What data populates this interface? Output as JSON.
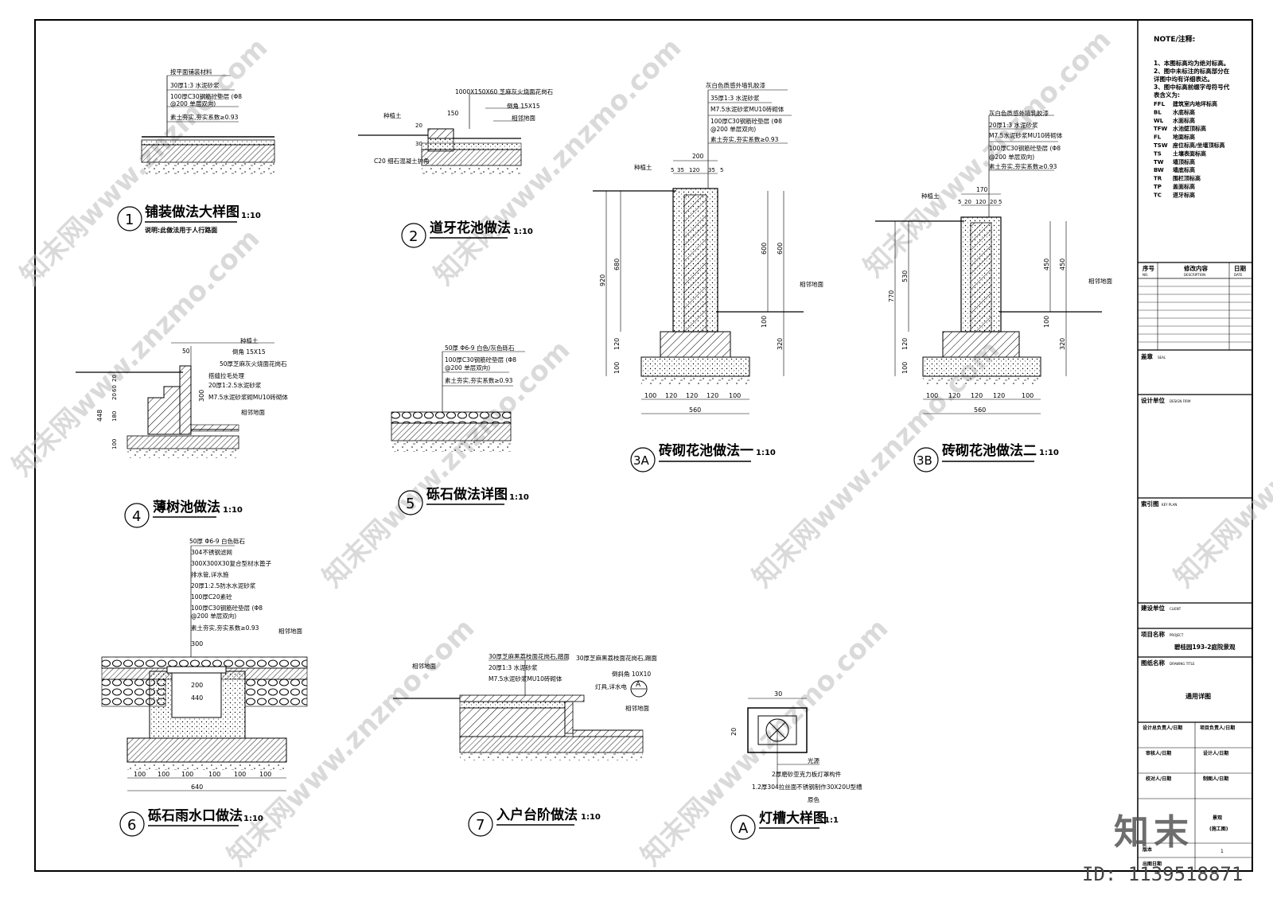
{
  "note": {
    "title": "NOTE/注释:",
    "lines": [
      "1、本图标高均为绝对标高。",
      "2、图中未标注的标高部分在",
      "详图中均有详细表达。",
      "3、图中标高前缀字母符号代",
      "表含义为:"
    ],
    "codes": [
      {
        "code": "FFL",
        "text": "建筑室内地坪标高"
      },
      {
        "code": "BL",
        "text": "水底标高"
      },
      {
        "code": "WL",
        "text": "水面标高"
      },
      {
        "code": "TFW",
        "text": "水池壁顶标高"
      },
      {
        "code": "FL",
        "text": "地面标高"
      },
      {
        "code": "TSW",
        "text": "座位标高/坐墙顶标高"
      },
      {
        "code": "TS",
        "text": "土壤表面标高"
      },
      {
        "code": "TW",
        "text": "墙顶标高"
      },
      {
        "code": "BW",
        "text": "墙底标高"
      },
      {
        "code": "TR",
        "text": "围栏顶标高"
      },
      {
        "code": "TP",
        "text": "盖面标高"
      },
      {
        "code": "TC",
        "text": "道牙标高"
      }
    ]
  },
  "titleblock": {
    "rev_no": "序号",
    "rev_no_en": "NO.",
    "rev_desc": "修改内容",
    "rev_desc_en": "DESCRIPTION",
    "rev_date": "日期",
    "rev_date_en": "DATE",
    "seal": "盖章",
    "seal_en": "SEAL",
    "design_unit": "设计单位",
    "design_unit_en": "DESIGN FIRM",
    "key_plan": "索引图",
    "key_plan_en": "KEY PLAN",
    "client": "建设单位",
    "client_en": "CLIENT",
    "project_label": "项目名称",
    "project_label_en": "PROJECT",
    "project_name": "碧桂园193-2庭院景观",
    "drawing_label": "图纸名称",
    "drawing_label_en": "DRAWING TITLE",
    "drawing_title": "通用详图",
    "sig1": "设计总负责人/日期",
    "sig2": "项目负责人/日期",
    "sig3": "审核人/日期",
    "sig4": "设计人/日期",
    "sig5": "校对人/日期",
    "sig6": "制图人/日期",
    "stage": "景观",
    "stage2": "(施工图)",
    "revision": "版本",
    "revision_val": "1",
    "date_label": "出图日期"
  },
  "details": {
    "d1": {
      "num": "1",
      "title": "铺装做法大样图",
      "scale": "1:10",
      "note": "说明:此做法用于人行路面",
      "layers": [
        "按平面铺装材料",
        "30厚1:3 水泥砂浆",
        "100厚C30钢筋砼垫层 (Φ8",
        "@200 单层双向)",
        "素土夯实,夯实系数≥0.93"
      ]
    },
    "d2": {
      "num": "2",
      "title": "道牙花池做法",
      "scale": "1:10",
      "layers": [
        "1000X150X60 芝麻灰火烧面花岗石",
        "倒角 15X15",
        "相邻地面"
      ],
      "left": [
        "种植土",
        "C20 细石混凝土护角"
      ],
      "dims": [
        "150",
        "20",
        "30"
      ]
    },
    "d3a": {
      "num": "3A",
      "title": "砖砌花池做法一",
      "scale": "1:10",
      "layers": [
        "灰白色质感外墙乳胶漆",
        "35厚1:3 水泥砂浆",
        "M7.5水泥砂浆MU10砖砌体",
        "100厚C30钢筋砼垫层 (Φ8",
        "@200 单层双向)",
        "素土夯实,夯实系数≥0.93"
      ],
      "soil": "种植土",
      "adj": "相邻地面",
      "top": [
        "200",
        "5",
        "35",
        "120",
        "35",
        "5"
      ],
      "bottom": [
        "100",
        "120",
        "120",
        "120",
        "100"
      ],
      "total": "560",
      "v": [
        "920",
        "680",
        "600",
        "600",
        "100",
        "120",
        "100",
        "320"
      ]
    },
    "d3b": {
      "num": "3B",
      "title": "砖砌花池做法二",
      "scale": "1:10",
      "layers": [
        "灰白色质感外墙乳胶漆",
        "20厚1:3 水泥砂浆",
        "M7.5水泥砂浆MU10砖砌体",
        "100厚C30钢筋砼垫层 (Φ8",
        "@200 单层双向)",
        "素土夯实,夯实系数≥0.93"
      ],
      "soil": "种植土",
      "adj": "相邻地面",
      "top": [
        "170",
        "5",
        "20",
        "120",
        "20",
        "5"
      ],
      "bottom": [
        "100",
        "120",
        "120",
        "120",
        "100"
      ],
      "total": "560",
      "v": [
        "770",
        "530",
        "450",
        "450",
        "100",
        "120",
        "100",
        "320"
      ]
    },
    "d4": {
      "num": "4",
      "title": "薄树池做法",
      "scale": "1:10",
      "layers": [
        "种植土",
        "倒角 15X15",
        "50厚芝麻灰火烧面花岗石",
        "搭缝拉毛处理",
        "20厚1:2.5水泥砂浆",
        "M7.5水泥砂浆砌MU10砖砌体",
        "相邻地面"
      ],
      "dims": [
        "50",
        "300",
        "448",
        "20",
        "60",
        "20",
        "180",
        "100"
      ]
    },
    "d5": {
      "num": "5",
      "title": "砾石做法详图",
      "scale": "1:10",
      "layers": [
        "50厚 Φ6-9 白色/灰色砾石",
        "100厚C30钢筋砼垫层 (Φ8",
        "@200 单层双向)",
        "素土夯实,夯实系数≥0.93"
      ]
    },
    "d6": {
      "num": "6",
      "title": "砾石雨水口做法",
      "scale": "1:10",
      "layers": [
        "50厚 Φ6-9 白色砾石",
        "304不锈钢滤网",
        "300X300X30复合型材水篦子",
        "排水管,详水施",
        "20厚1:2.5防水水泥砂浆",
        "100厚C20素砼",
        "100厚C30钢筋砼垫层 (Φ8",
        "@200 单层双向)",
        "素土夯实,夯实系数≥0.93"
      ],
      "adj": "相邻地面",
      "dims": [
        "300",
        "200",
        "440",
        "100",
        "100",
        "100",
        "100",
        "100",
        "100",
        "640"
      ]
    },
    "d7": {
      "num": "7",
      "title": "入户台阶做法",
      "scale": "1:10",
      "layers": [
        "30厚芝麻黑荔枝面花岗石,踏面",
        "20厚1:3 水泥砂浆",
        "M7.5水泥砂浆MU10砖砌体"
      ],
      "right": [
        "30厚芝麻黑荔枝面花岗石,踢面",
        "倒斜角 10X10",
        "灯具,详水电",
        "相邻地面"
      ],
      "left": "相邻地面",
      "mark": "A"
    },
    "dA": {
      "num": "A",
      "title": "灯槽大样图",
      "scale": "1:1",
      "layers": [
        "光源",
        "2厚磨砂亚克力板灯罩构件",
        "1.2厚304拉丝面不锈钢制作30X20U型槽",
        "原色"
      ],
      "dims": [
        "30",
        "20"
      ]
    }
  },
  "watermarks": {
    "site": "知末网www.znzmo.com",
    "brand": "知末",
    "id": "ID: 1139518871"
  }
}
